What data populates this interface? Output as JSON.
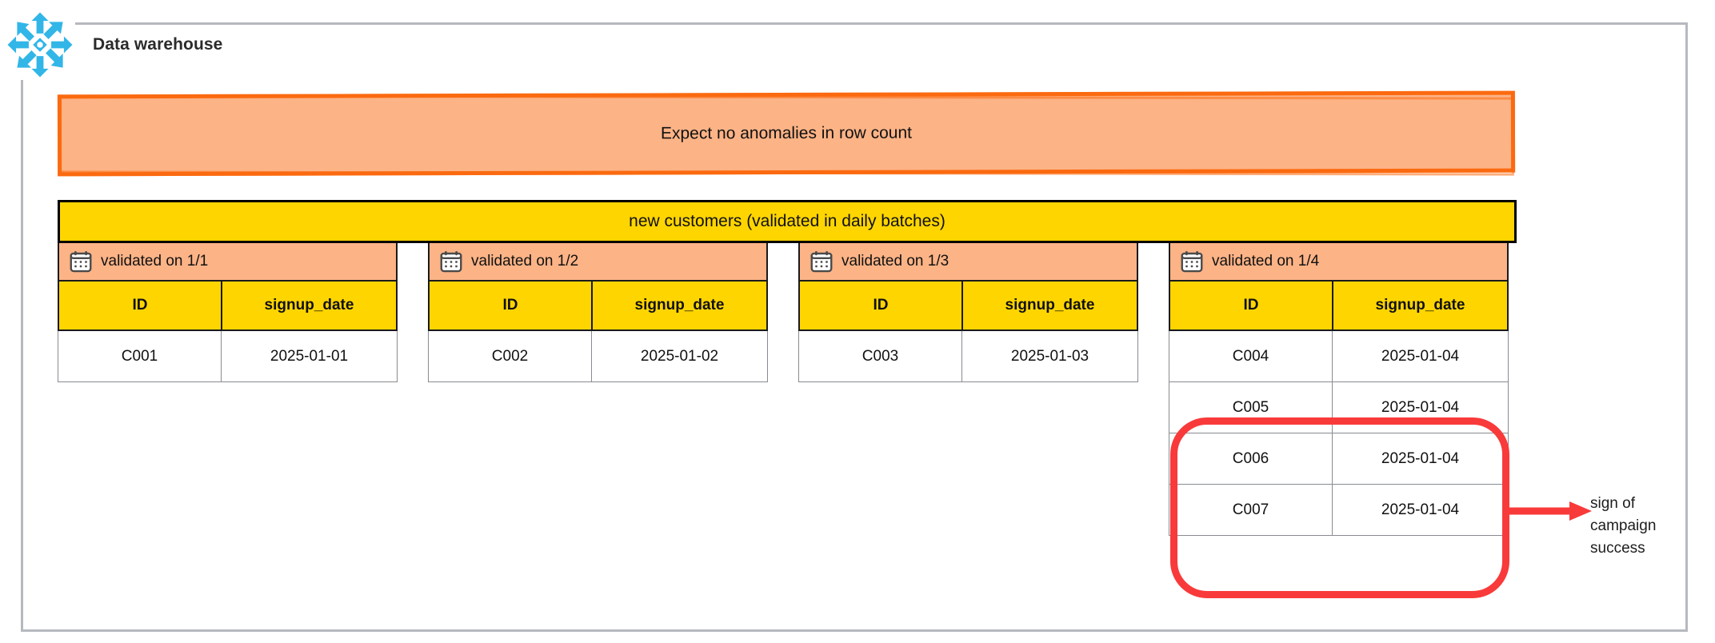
{
  "warehouse": {
    "title": "Data warehouse",
    "logo_icon": "snowflake-icon",
    "border_color": "#b6b9bf"
  },
  "expectation": {
    "text": "Expect no anomalies in row count",
    "fill_color": "#fcb386",
    "border_color": "#fb6a10"
  },
  "table": {
    "title": "new customers (validated in daily batches)",
    "title_fill": "#ffd500",
    "columns": [
      "ID",
      "signup_date"
    ],
    "batches": [
      {
        "label": "validated on 1/1",
        "icon": "calendar-icon",
        "rows": [
          {
            "id": "C001",
            "signup_date": "2025-01-01",
            "anomaly": false
          }
        ]
      },
      {
        "label": "validated on 1/2",
        "icon": "calendar-icon",
        "rows": [
          {
            "id": "C002",
            "signup_date": "2025-01-02",
            "anomaly": false
          }
        ]
      },
      {
        "label": "validated on 1/3",
        "icon": "calendar-icon",
        "rows": [
          {
            "id": "C003",
            "signup_date": "2025-01-03",
            "anomaly": false
          }
        ]
      },
      {
        "label": "validated on 1/4",
        "icon": "calendar-icon",
        "rows": [
          {
            "id": "C004",
            "signup_date": "2025-01-04",
            "anomaly": false
          },
          {
            "id": "C005",
            "signup_date": "2025-01-04",
            "anomaly": true
          },
          {
            "id": "C006",
            "signup_date": "2025-01-04",
            "anomaly": true
          },
          {
            "id": "C007",
            "signup_date": "2025-01-04",
            "anomaly": true
          }
        ]
      }
    ]
  },
  "annotation": {
    "text": "sign of campaign success",
    "highlight_color": "#f93a3a",
    "arrow_icon": "arrow-right-icon"
  }
}
